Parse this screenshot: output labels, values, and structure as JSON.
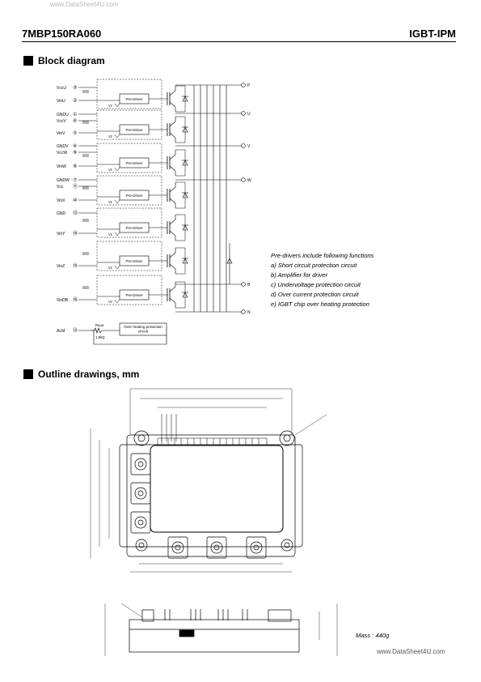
{
  "watermark_top": "www.DataSheet4U.com",
  "header": {
    "part_number": "7MBP150RA060",
    "type": "IGBT-IPM"
  },
  "sections": {
    "block_diagram": "Block diagram",
    "outline": "Outline drawings, mm"
  },
  "pin_labels": [
    "VccU",
    "VinU",
    "GNDU",
    "VccV",
    "VinV",
    "GNDV",
    "VccW",
    "VinW",
    "GNDW",
    "Vcc",
    "VinX",
    "GND",
    "VinY",
    "VinZ",
    "VinDB",
    "ALM"
  ],
  "pin_numbers": [
    "③",
    "②",
    "①",
    "⑥",
    "⑤",
    "④",
    "⑨",
    "⑧",
    "⑦",
    "⑪",
    "⑩",
    "⑬",
    "⑭",
    "⑮",
    "⑯",
    "⑫"
  ],
  "predriver_label": "Pre-Driver",
  "terminal_labels": [
    "P",
    "U",
    "V",
    "W",
    "B",
    "N"
  ],
  "overheat_label": "Over heating protection circuit",
  "r_alm_label": "Rᴀʟᴍ",
  "r_alm_value": "1.5kΩ",
  "vz_label": "Vz",
  "notes": {
    "title": "Pre-drivers include following functions",
    "items": [
      "a) Short circuit protection circuit",
      "b) Amplifier for driver",
      "c) Undervoltage protection circuit",
      "d) Over current protection circuit",
      "e) IGBT chip over heating protection"
    ]
  },
  "mass": "Mass : 440g",
  "watermark_bottom": "www.DataSheet4U.com"
}
